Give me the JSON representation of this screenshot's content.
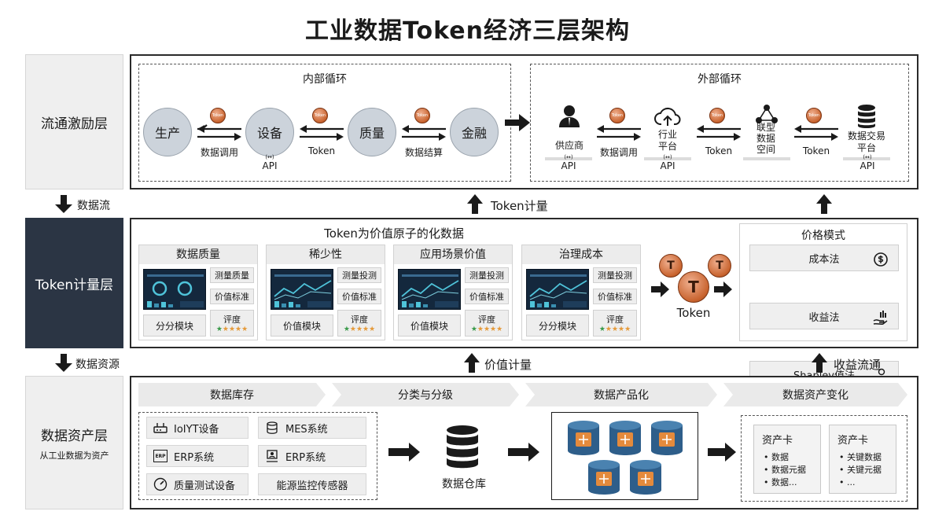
{
  "title": "工业数据Token经济三层架构",
  "layers": {
    "top": {
      "label": "流通激励层"
    },
    "mid": {
      "label": "Token计量层"
    },
    "bot": {
      "label": "数据资产层",
      "sub": "从工业数据为资产"
    }
  },
  "left_flows": {
    "flow1": "数据流",
    "flow2": "数据资源"
  },
  "top_panel": {
    "internal": {
      "title": "内部循环",
      "nodes": [
        "生产",
        "设备",
        "质量",
        "金融"
      ],
      "links": [
        "数据调用",
        "Token",
        "数据结算"
      ],
      "api": "API",
      "api_symbol": "(↔)",
      "coin_text": "Token"
    },
    "external": {
      "title": "外部循环",
      "nodes": [
        "供应商",
        "行业\n平台",
        "联型\n数据\n空间",
        "数据交易\n平台"
      ],
      "links": [
        "数据调用",
        "Token",
        "Token"
      ],
      "api": "API",
      "api_symbol": "(↔)"
    }
  },
  "between": {
    "token_measure": "Token计量",
    "value_measure": "价值计量",
    "revenue_flow": "收益流通"
  },
  "mid_panel": {
    "title": "Token为价值原子的化数据",
    "modules": [
      {
        "head": "数据质量",
        "r1": "测量质量",
        "r2": "价值标准",
        "bottom": "分分模块",
        "rating": "评度"
      },
      {
        "head": "稀少性",
        "r1": "测量投测",
        "r2": "价值标准",
        "bottom": "价值模块",
        "rating": "评度"
      },
      {
        "head": "应用场景价值",
        "r1": "测量投测",
        "r2": "价值标准",
        "bottom": "价值模块",
        "rating": "评度"
      },
      {
        "head": "治理成本",
        "r1": "测量投测",
        "r2": "价值标准",
        "bottom": "分分模块",
        "rating": "评度"
      }
    ],
    "stars": "★★★★★",
    "token_label": "Token",
    "coin_letter": "T",
    "price": {
      "title": "价格模式",
      "items": [
        "成本法",
        "收益法",
        "Shapley值法"
      ]
    }
  },
  "bot_panel": {
    "stages": [
      "数据库存",
      "分类与分级",
      "数据产品化",
      "数据资产变化"
    ],
    "sources": [
      "IoIYT设备",
      "MES系统",
      "ERP系统",
      "ERP系统",
      "质量测试设备",
      "能源监控传感器"
    ],
    "erp_icon_text": "ERP",
    "warehouse": "数据仓库",
    "cards": [
      {
        "head": "资产卡",
        "items": [
          "• 数据",
          "• 数据元据",
          "• 数据..."
        ]
      },
      {
        "head": "资产卡",
        "items": [
          "• 关键数据",
          "• 关键元据",
          "• ..."
        ]
      }
    ]
  },
  "colors": {
    "dark": "#2b3544",
    "node": "#ccd3db",
    "coin": "#c8632e",
    "cyl_blue": "#2e5e8a",
    "cyl_orange": "#e48a3c"
  }
}
